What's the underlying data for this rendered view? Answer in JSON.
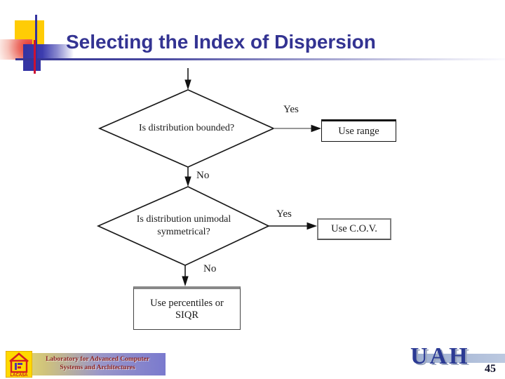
{
  "header": {
    "title": "Selecting the Index of Dispersion"
  },
  "flowchart": {
    "decision1_label": "Is distribution bounded?",
    "decision1_yes": "Yes",
    "decision1_no": "No",
    "decision2_label": "Is distribution unimodal symmetrical?",
    "decision2_yes": "Yes",
    "decision2_no": "No",
    "outcome_range": "Use range",
    "outcome_cov": "Use C.O.V.",
    "outcome_percentiles": "Use percentiles or SIQR"
  },
  "footer": {
    "lab_banner": "Laboratory for Advanced Computer Systems and Architectures",
    "lab_logo_text": "LACASA",
    "university_wordmark": "UAH",
    "page_number": "45"
  },
  "colors": {
    "title_text": "#333392",
    "flow_line": "#1a1a1a",
    "yes1_line_gray": "#888888",
    "uah_navy": "#2b3a94",
    "uah_band": "#a9badb",
    "banner_text": "#8c2222",
    "deco_yellow": "#ffcc05",
    "deco_red": "#cc1133"
  }
}
